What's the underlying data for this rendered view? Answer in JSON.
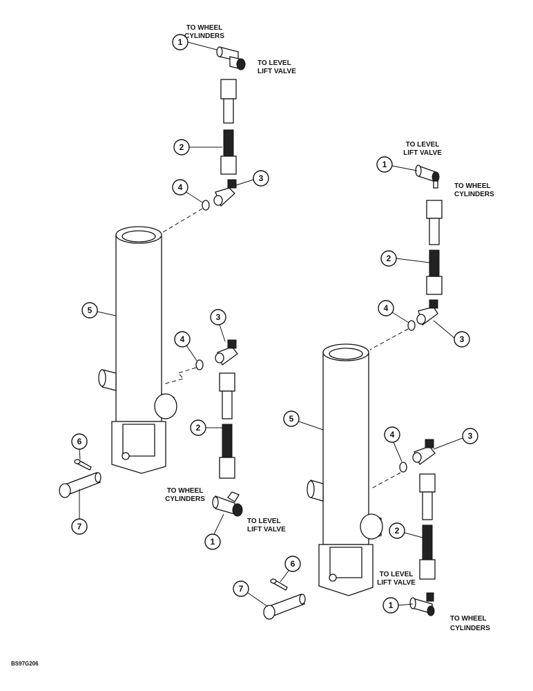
{
  "callout_labels": {
    "to_wheel_cylinders": [
      "TO WHEEL",
      "CYLINDERS"
    ],
    "to_level_lift_valve": [
      "TO LEVEL",
      "LIFT VALVE"
    ]
  },
  "item_numbers": [
    "1",
    "2",
    "3",
    "4",
    "5",
    "6",
    "7"
  ],
  "figure_code": "BS97G206"
}
